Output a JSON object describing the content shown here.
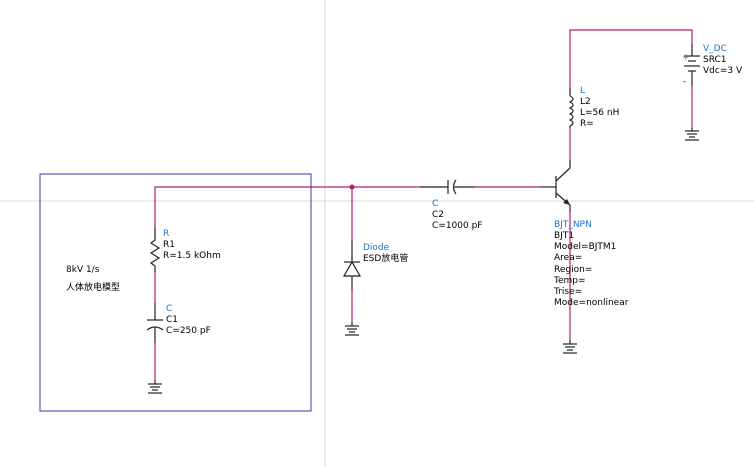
{
  "colors": {
    "wire": "#b0206a",
    "component": "#222222",
    "label_type": "#1a73c8",
    "box": "#3a3aa0",
    "plus": "#e06000"
  },
  "esd_model": {
    "line1": "8kV 1/s",
    "line2": "人体放电模型"
  },
  "resistor": {
    "type": "R",
    "name": "R1",
    "value": "R=1.5 kOhm"
  },
  "cap_c1": {
    "type": "C",
    "name": "C1",
    "value": "C=250 pF"
  },
  "diode": {
    "type": "Diode",
    "name": "ESD放电管"
  },
  "cap_c2": {
    "type": "C",
    "name": "C2",
    "value": "C=1000 pF"
  },
  "inductor": {
    "type": "L",
    "name": "L2",
    "value": "L=56 nH",
    "r": "R="
  },
  "source": {
    "type": "V_DC",
    "name": "SRC1",
    "value": "Vdc=3 V"
  },
  "bjt": {
    "type": "BJT_NPN",
    "name": "BJT1",
    "model": "Model=BJTM1",
    "area": "Area=",
    "region": "Region=",
    "temp": "Temp=",
    "trise": "Trise=",
    "mode": "Mode=nonlinear"
  }
}
